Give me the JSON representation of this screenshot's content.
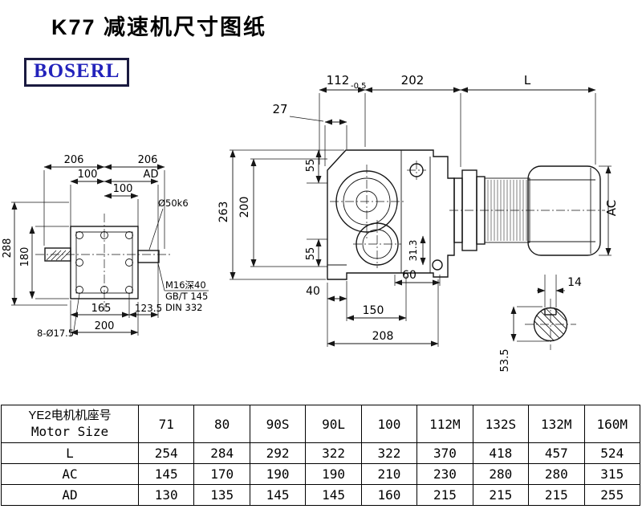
{
  "page": {
    "title": "K77 减速机尺寸图纸",
    "brand": "BOSERL"
  },
  "drawing": {
    "top": {
      "d112": "112",
      "tol": "-0.5",
      "d202": "202",
      "dL": "L",
      "d27": "27"
    },
    "side": {
      "d263": "263",
      "d200": "200",
      "d55a": "55",
      "d55b": "55",
      "d40": "40",
      "d150": "150",
      "d208": "208",
      "d60": "60",
      "d313": "31.3",
      "dAC": "AC"
    },
    "front": {
      "d206a": "206",
      "d206b": "206",
      "d100a": "100",
      "dAD": "AD",
      "d100b": "100",
      "d50": "Ø50k6",
      "d288": "288",
      "d180": "180",
      "d165": "165",
      "d1235": "123.5",
      "d200": "200",
      "dholes": "8-Ø17.5",
      "noteThread": "M16深40",
      "noteGB": "GB/T 145",
      "noteDIN": "DIN 332"
    },
    "detail": {
      "d14": "14",
      "d535": "53.5"
    }
  },
  "table": {
    "header": {
      "line1": "YE2电机机座号",
      "line2": "Motor Size"
    },
    "columns": [
      "71",
      "80",
      "90S",
      "90L",
      "100",
      "112M",
      "132S",
      "132M",
      "160M"
    ],
    "rows": [
      {
        "label": "L",
        "values": [
          "254",
          "284",
          "292",
          "322",
          "322",
          "370",
          "418",
          "457",
          "524"
        ]
      },
      {
        "label": "AC",
        "values": [
          "145",
          "170",
          "190",
          "190",
          "210",
          "230",
          "280",
          "280",
          "315"
        ]
      },
      {
        "label": "AD",
        "values": [
          "130",
          "135",
          "145",
          "145",
          "160",
          "215",
          "215",
          "215",
          "255"
        ]
      }
    ]
  }
}
